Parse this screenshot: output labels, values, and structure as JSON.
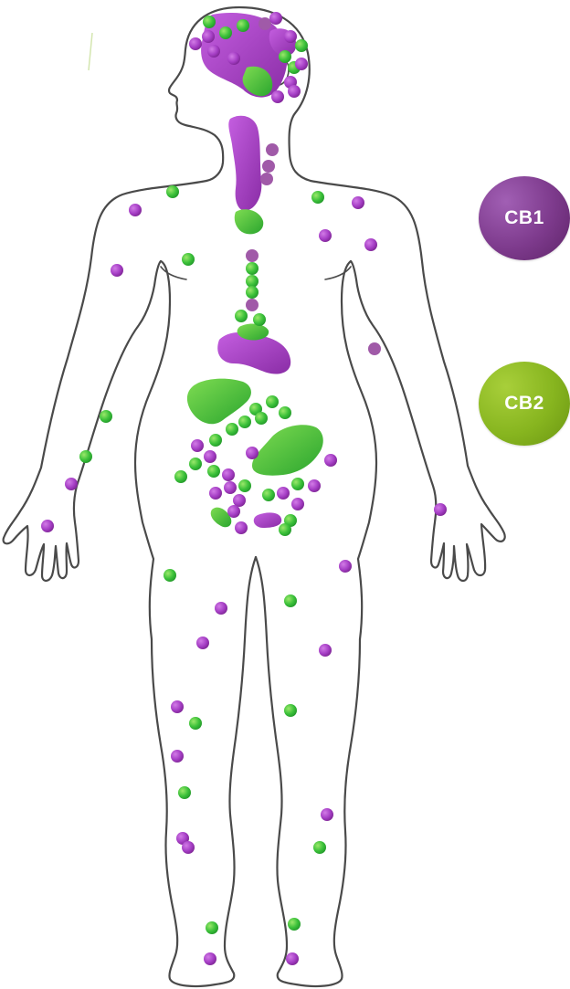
{
  "legend": {
    "cb1": {
      "label": "CB1",
      "color": "#7d3a8c"
    },
    "cb2": {
      "label": "CB2",
      "color": "#87b51f"
    }
  },
  "figure": {
    "subject": "human-body-outline",
    "receptor_colors": {
      "cb1_purple": "#b23fd0",
      "cb2_green": "#3fc23f"
    }
  }
}
